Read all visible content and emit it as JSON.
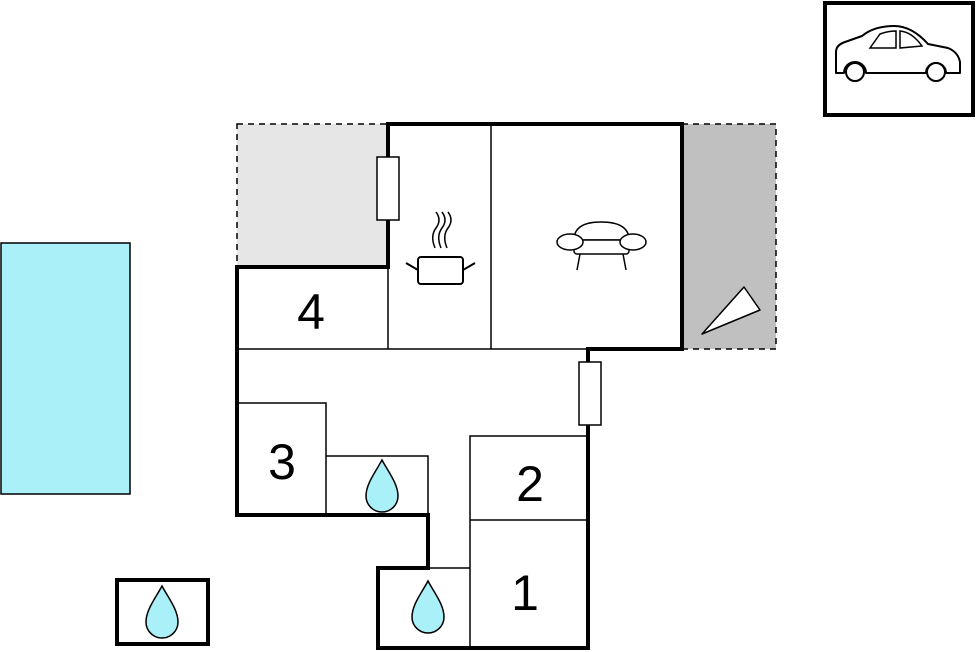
{
  "rooms": [
    {
      "id": "room-1",
      "label": "1"
    },
    {
      "id": "room-2",
      "label": "2"
    },
    {
      "id": "room-3",
      "label": "3"
    },
    {
      "id": "room-4",
      "label": "4"
    }
  ],
  "icons": {
    "parking": "car-icon",
    "kitchen": "cooking-pot-icon",
    "living": "sofa-icon",
    "bath": "water-drop-icon",
    "fireplace": "triangle-icon"
  },
  "colors": {
    "pool": "#aaf0f8",
    "terrace_light": "#e6e6e6",
    "terrace_dark": "#c0c0c0",
    "water_drop": "#aaf0f8",
    "wall": "#000000"
  }
}
